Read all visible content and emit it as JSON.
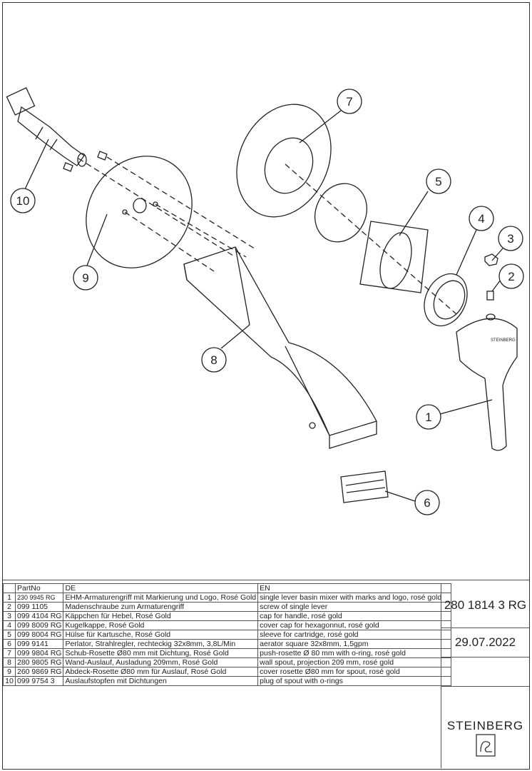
{
  "callouts": [
    "1",
    "2",
    "3",
    "4",
    "5",
    "6",
    "7",
    "8",
    "9",
    "10"
  ],
  "table": {
    "headers": {
      "no": "",
      "partno": "PartNo",
      "de": "DE",
      "en": "EN"
    },
    "rows": [
      {
        "no": "1",
        "partno": "230 9945 RG",
        "de": "EHM-Armaturengriff mit Markierung und Logo, Rosé Gold",
        "en": "single lever basin mixer with marks and logo, rosé gold"
      },
      {
        "no": "2",
        "partno": "099 1105",
        "de": "Madenschraube zum Armaturengriff",
        "en": "screw of single lever"
      },
      {
        "no": "3",
        "partno": "099 4104 RG",
        "de": "Käppchen für Hebel, Rosé Gold",
        "en": "cap for handle, rosé gold"
      },
      {
        "no": "4",
        "partno": "099 8009 RG",
        "de": "Kugelkappe, Rosé Gold",
        "en": "cover cap for hexagonnut, rosé gold"
      },
      {
        "no": "5",
        "partno": "099 8004 RG",
        "de": "Hülse für Kartusche, Rosé Gold",
        "en": "sleeve for cartridge, rosé gold"
      },
      {
        "no": "6",
        "partno": "099 9141",
        "de": "Perlator, Strahlregler, rechteckig 32x8mm, 3,8L/Min",
        "en": "aerator square 32x8mm, 1,5gpm"
      },
      {
        "no": "7",
        "partno": "099 9804 RG",
        "de": "Schub-Rosette Ø80 mm mit Dichtung, Rosé Gold",
        "en": "push-rosette Ø 80 mm with o-ring, rosé gold"
      },
      {
        "no": "8",
        "partno": "280 9805 RG",
        "de": "Wand-Auslauf, Ausladung 209mm, Rosé Gold",
        "en": "wall spout, projection 209 mm, rosé gold"
      },
      {
        "no": "9",
        "partno": "260 9869 RG",
        "de": "Abdeck-Rosette Ø80 mm für Auslauf, Rosé Gold",
        "en": "cover rosette Ø80 mm for spout, rosé gold"
      },
      {
        "no": "10",
        "partno": "099 9754 3",
        "de": "Auslaufstopfen mit Dichtungen",
        "en": "plug of spout with o-rings"
      }
    ]
  },
  "title_block": {
    "article_number": "280 1814 3 RG",
    "date": "29.07.2022",
    "brand": "STEINBERG",
    "handle_logo_text": "STEINBERG"
  }
}
